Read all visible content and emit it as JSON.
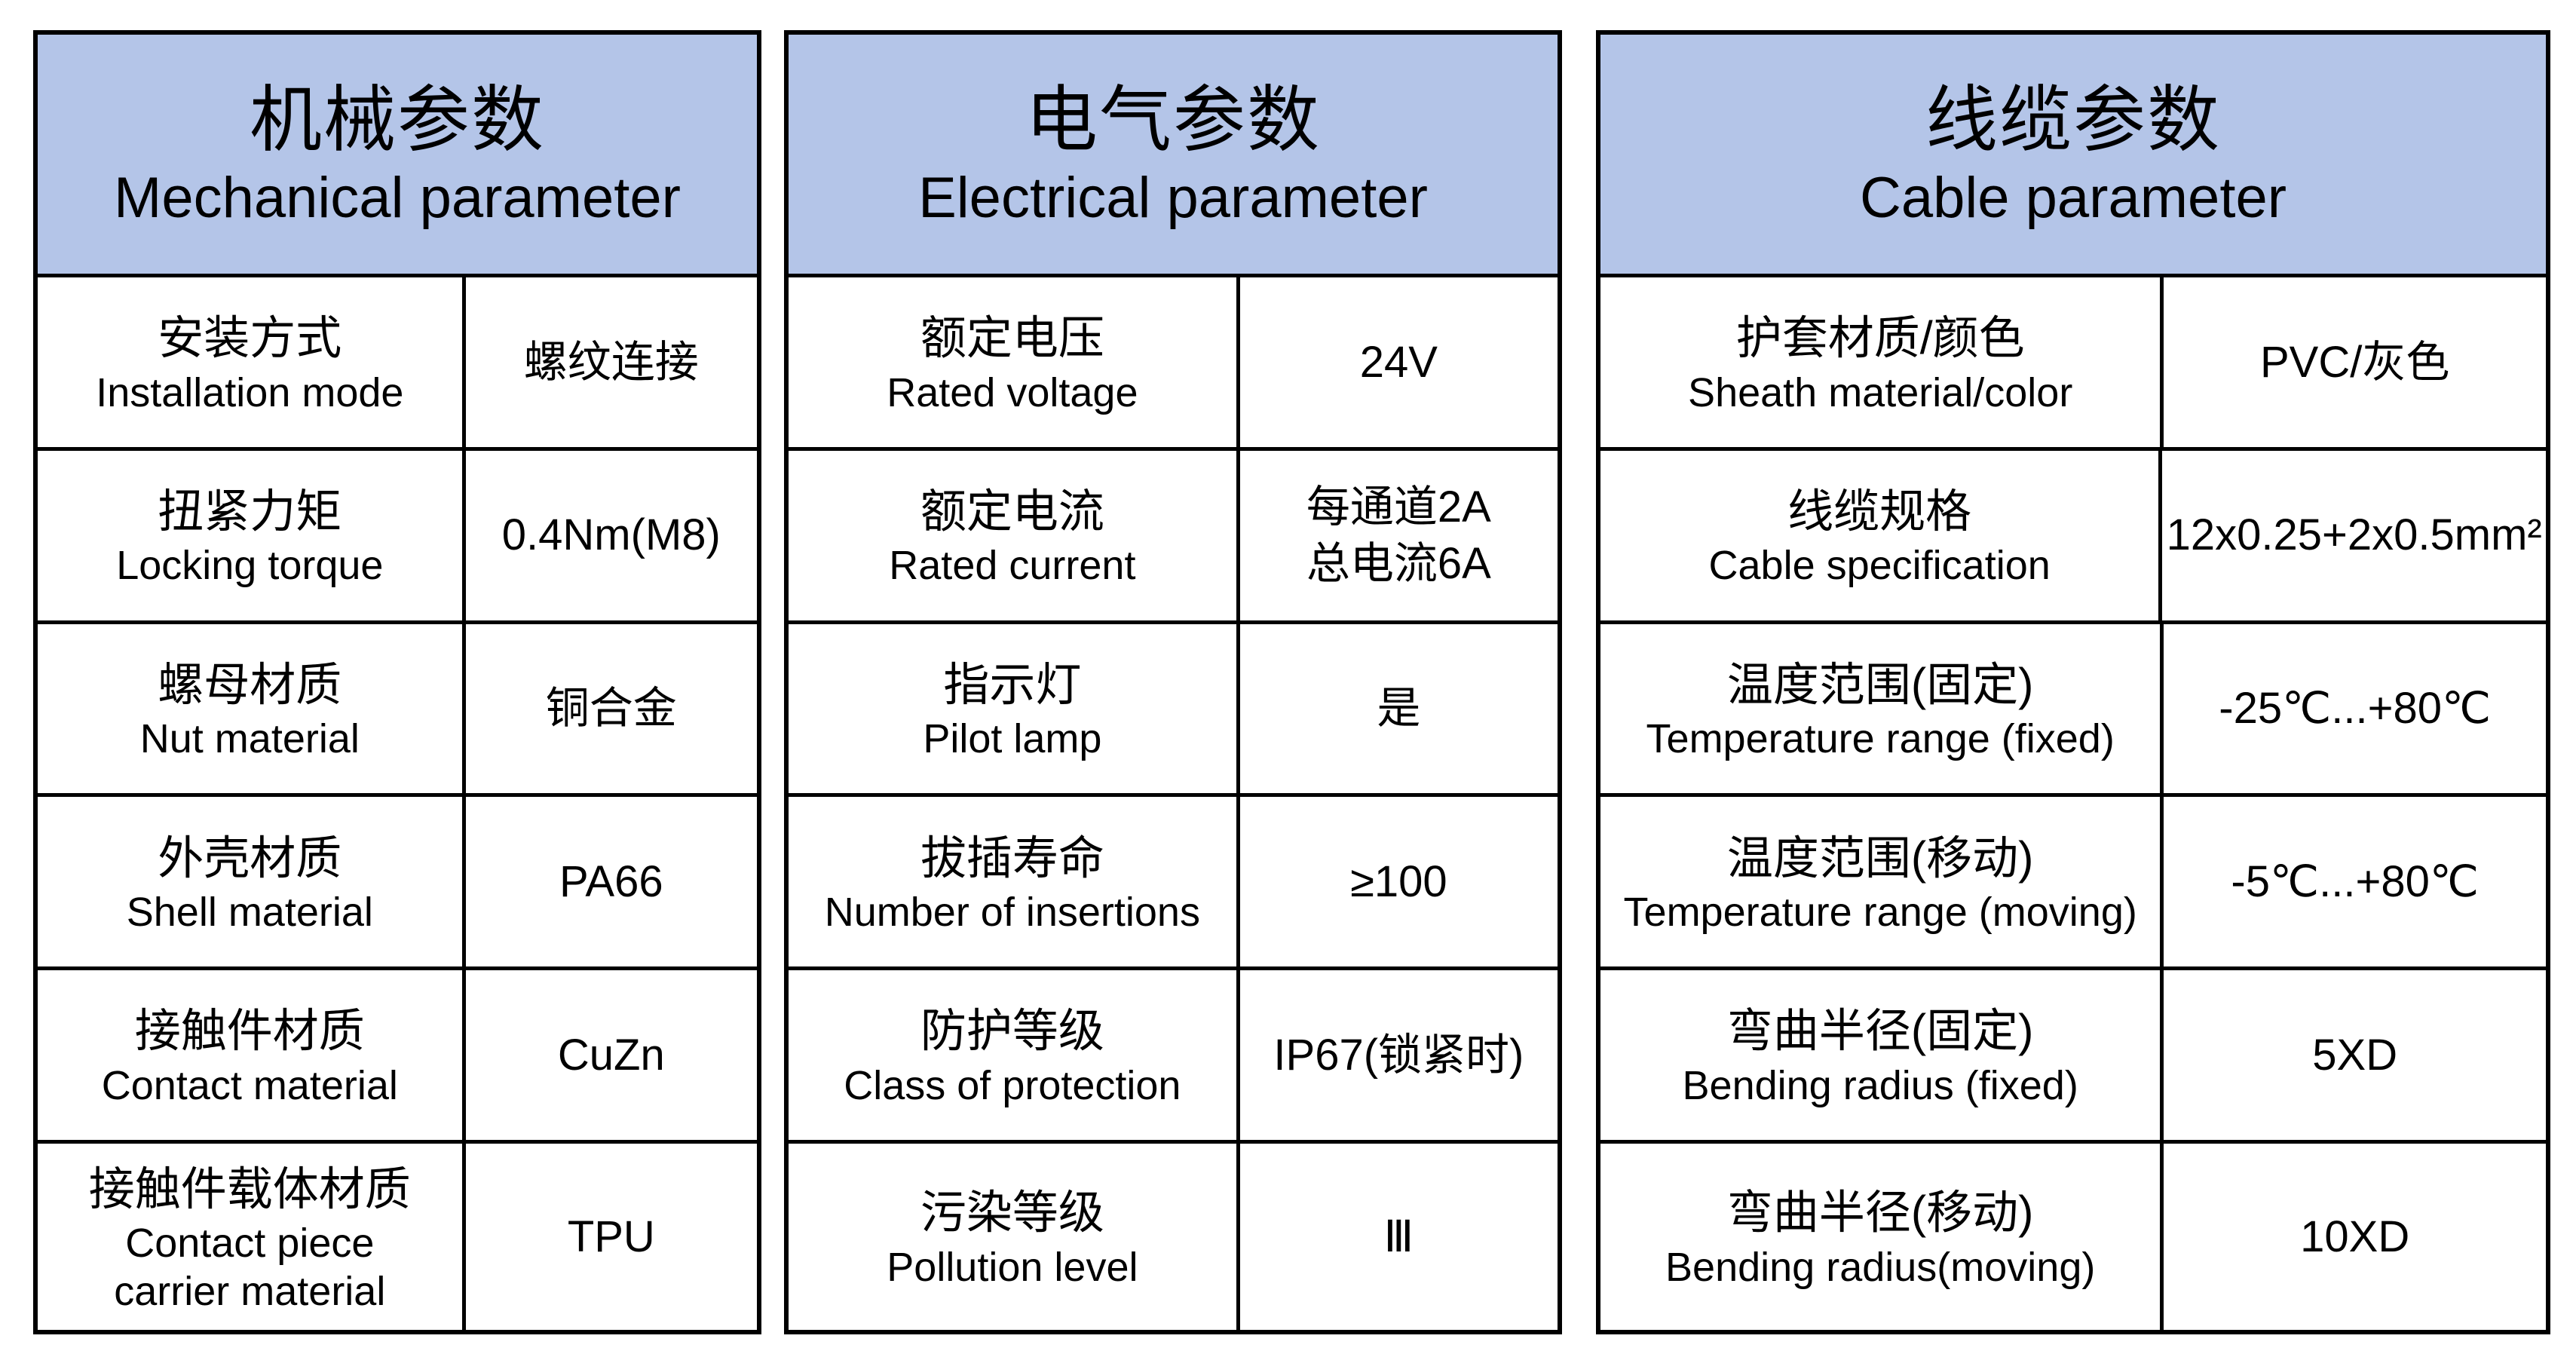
{
  "colors": {
    "header_bg": "#b4c5e8",
    "border": "#000000",
    "page_bg": "#ffffff",
    "text": "#000000"
  },
  "tables": [
    {
      "id": "mechanical",
      "title_zh": "机械参数",
      "title_en": "Mechanical parameter",
      "rows": [
        {
          "label_zh": "安装方式",
          "label_en": "Installation mode",
          "value": "螺纹连接"
        },
        {
          "label_zh": "扭紧力矩",
          "label_en": "Locking torque",
          "value": "0.4Nm(M8)"
        },
        {
          "label_zh": "螺母材质",
          "label_en": "Nut material",
          "value": "铜合金"
        },
        {
          "label_zh": "外壳材质",
          "label_en": "Shell material",
          "value": "PA66"
        },
        {
          "label_zh": "接触件材质",
          "label_en": "Contact material",
          "value": "CuZn"
        },
        {
          "label_zh": "接触件载体材质",
          "label_en": "Contact piece\ncarrier material",
          "value": "TPU"
        }
      ]
    },
    {
      "id": "electrical",
      "title_zh": "电气参数",
      "title_en": "Electrical parameter",
      "rows": [
        {
          "label_zh": "额定电压",
          "label_en": "Rated voltage",
          "value": "24V"
        },
        {
          "label_zh": "额定电流",
          "label_en": "Rated current",
          "value": "每通道2A\n总电流6A"
        },
        {
          "label_zh": "指示灯",
          "label_en": "Pilot lamp",
          "value": "是"
        },
        {
          "label_zh": "拔插寿命",
          "label_en": "Number of insertions",
          "value": "≥100"
        },
        {
          "label_zh": "防护等级",
          "label_en": "Class of protection",
          "value": "IP67(锁紧时)"
        },
        {
          "label_zh": "污染等级",
          "label_en": "Pollution level",
          "value": "Ⅲ"
        }
      ]
    },
    {
      "id": "cable",
      "title_zh": "线缆参数",
      "title_en": "Cable parameter",
      "rows": [
        {
          "label_zh": "护套材质/颜色",
          "label_en": "Sheath material/color",
          "value": "PVC/灰色"
        },
        {
          "label_zh": "线缆规格",
          "label_en": "Cable specification",
          "value": "12x0.25+2x0.5mm²"
        },
        {
          "label_zh": "温度范围(固定)",
          "label_en": "Temperature range (fixed)",
          "value": "-25℃...+80℃"
        },
        {
          "label_zh": "温度范围(移动)",
          "label_en": "Temperature range (moving)",
          "value": "-5℃...+80℃"
        },
        {
          "label_zh": "弯曲半径(固定)",
          "label_en": "Bending radius (fixed)",
          "value": "5XD"
        },
        {
          "label_zh": "弯曲半径(移动)",
          "label_en": "Bending radius(moving)",
          "value": "10XD"
        }
      ]
    }
  ]
}
